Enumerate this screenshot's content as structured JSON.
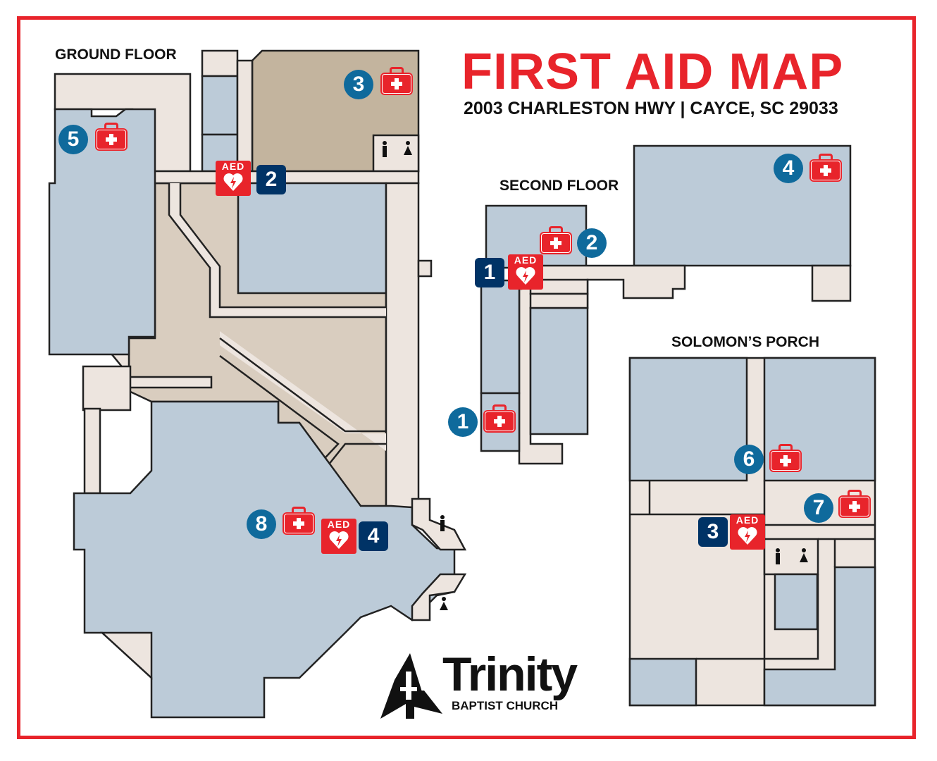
{
  "header": {
    "title": "FIRST AID MAP",
    "address": "2003 CHARLESTON HWY | CAYCE, SC 29033"
  },
  "floors": {
    "ground": {
      "label": "GROUND FLOOR",
      "first_aid_kits": [
        "3",
        "5",
        "8"
      ],
      "aeds": [
        "2",
        "4"
      ]
    },
    "second": {
      "label": "SECOND FLOOR",
      "first_aid_kits": [
        "1",
        "2",
        "4"
      ],
      "aeds": [
        "1"
      ]
    },
    "porch": {
      "label": "SOLOMON’S PORCH",
      "first_aid_kits": [
        "6",
        "7"
      ],
      "aeds": [
        "3"
      ]
    }
  },
  "aed_label": "AED",
  "logo": {
    "name": "Trinity",
    "subtitle": "BAPTIST CHURCH"
  },
  "colors": {
    "accent_red": "#e8242b",
    "kit_number_blue": "#0f6a9c",
    "aed_number_navy": "#003366",
    "room_blue": "#bccbd8",
    "corridor_cream": "#ede5df",
    "tan": "#c3b49e",
    "light_tan": "#d9cdbf"
  }
}
